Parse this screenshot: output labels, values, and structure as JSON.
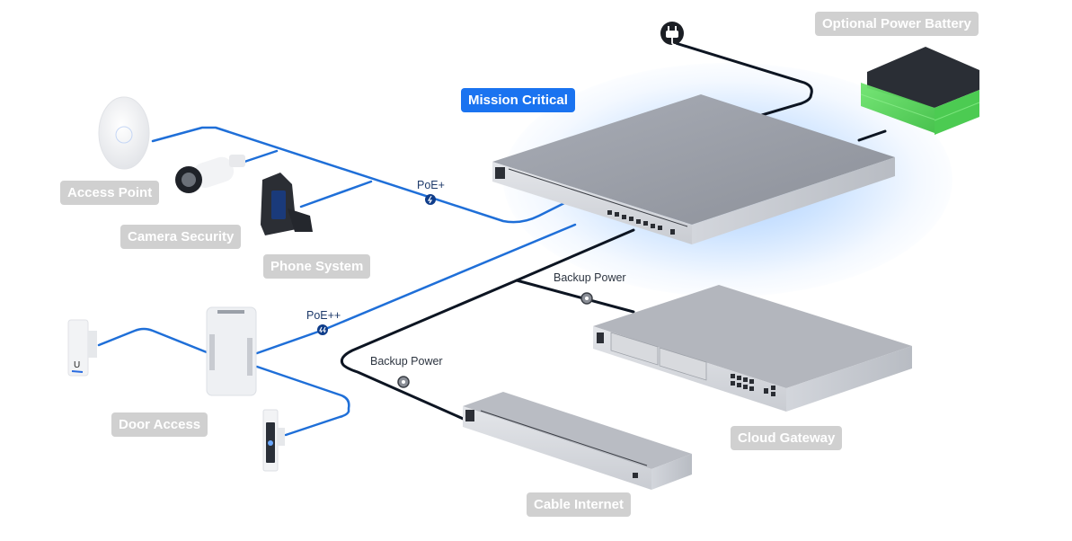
{
  "colors": {
    "poe_cable": "#1f6fd8",
    "power_cable": "#0d1522",
    "highlight": "#1a73f0",
    "label_bg": "#d0d0d0",
    "battery_green": "#56d45a"
  },
  "labels": {
    "mission_critical": "Mission Critical",
    "optional_power_battery": "Optional Power Battery",
    "access_point": "Access Point",
    "camera_security": "Camera Security",
    "phone_system": "Phone System",
    "door_access": "Door Access",
    "cloud_gateway": "Cloud Gateway",
    "cable_internet": "Cable Internet"
  },
  "cable_labels": {
    "poe_plus": "PoE+",
    "poe_plus_plus": "PoE++",
    "backup_power_1": "Backup Power",
    "backup_power_2": "Backup Power"
  },
  "icons": {
    "power_plug": "plug-icon",
    "poe_plus_badge": "lightning-icon",
    "poe_plus_plus_badge": "double-lightning-icon",
    "backup_connector": "power-connector-icon"
  }
}
